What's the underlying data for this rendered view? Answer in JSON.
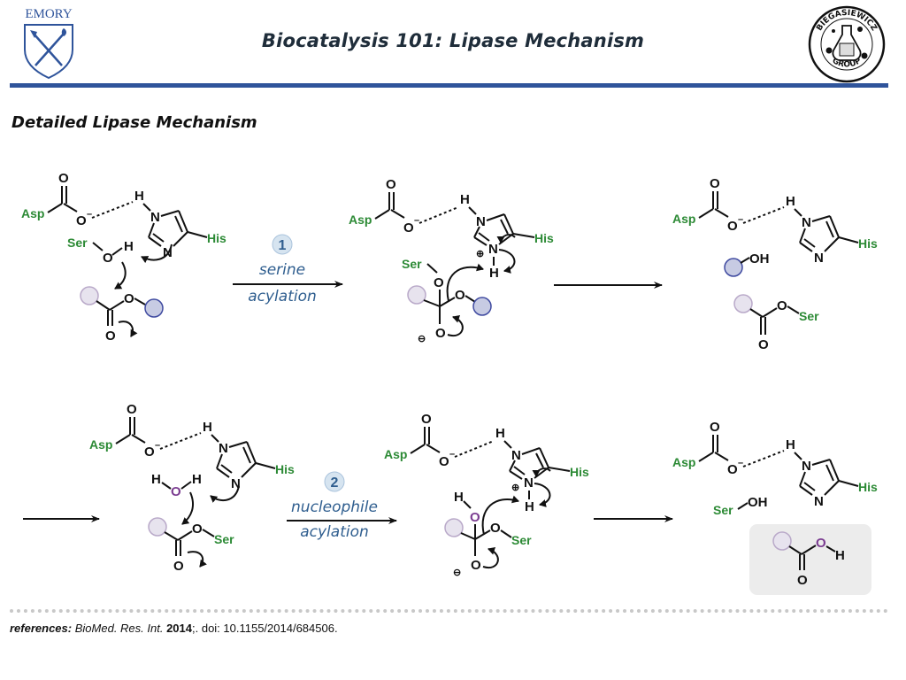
{
  "header": {
    "title": "Biocatalysis 101: Lipase Mechanism",
    "left_logo": {
      "icon": "emory-shield-icon",
      "text": "EMORY"
    },
    "right_logo": {
      "icon": "biegasiewicz-group-seal-icon",
      "top_text": "BIEGASIEWICZ",
      "bottom_text": "GROUP"
    }
  },
  "section_title": "Detailed Lipase Mechanism",
  "colors": {
    "header_rule": "#2f549b",
    "residue_green": "#2c8a35",
    "condition_blue": "#2f5e8f",
    "water_oxygen_purple": "#7b3d91",
    "acyl_sphere": "#e7e3ee",
    "alcohol_sphere": "#c7cbe3",
    "product_box": "#ececec"
  },
  "labels": {
    "asp": "Asp",
    "his": "His",
    "ser": "Ser",
    "O": "O",
    "N": "N",
    "H": "H",
    "OH": "OH",
    "minus": "–",
    "plus": "⊕",
    "anion": "⊖"
  },
  "steps": [
    {
      "number": "1",
      "line1": "serine",
      "line2": "acylation"
    },
    {
      "number": "2",
      "line1": "nucleophile",
      "line2": "acylation"
    }
  ],
  "references": {
    "label": "references:",
    "journal": "BioMed. Res. Int.",
    "year": "2014",
    "rest": ";. doi: 10.1155/2014/684506."
  }
}
